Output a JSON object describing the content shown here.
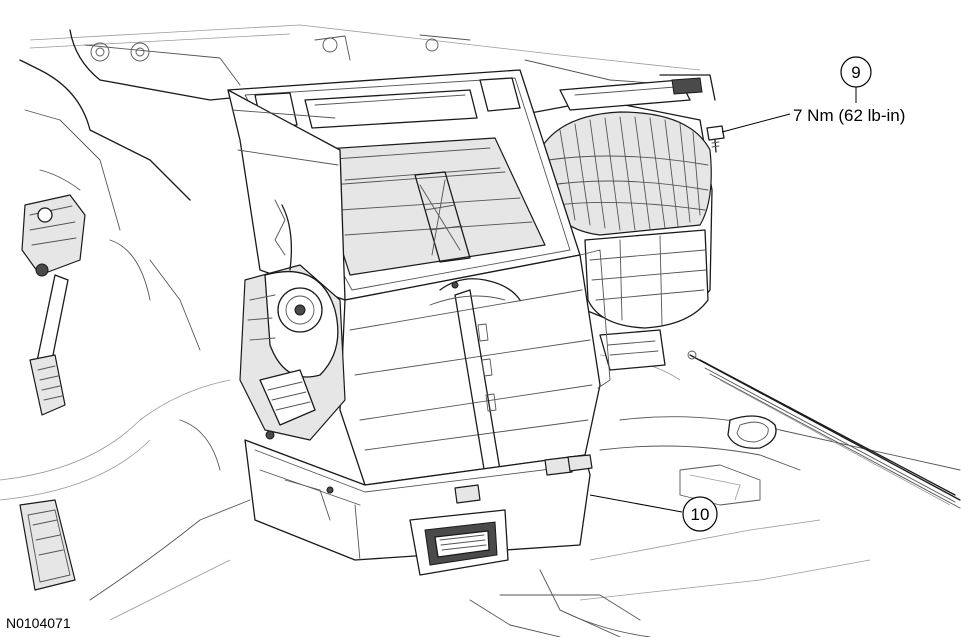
{
  "figure_id": "N0104071",
  "callouts": [
    {
      "number": "9",
      "label": "7 Nm (62 lb-in)"
    },
    {
      "number": "10",
      "label": ""
    }
  ]
}
